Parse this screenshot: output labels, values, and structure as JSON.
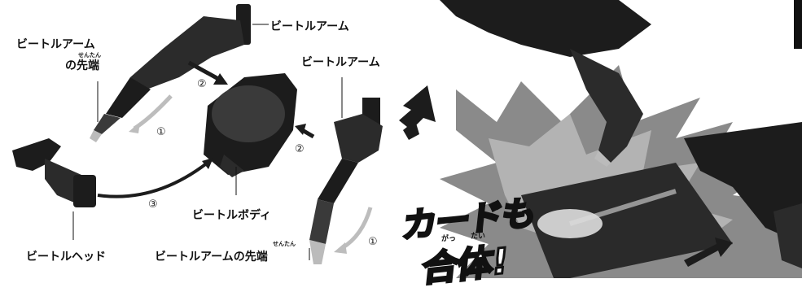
{
  "labels": {
    "arm_top": "ビートルアーム",
    "arm_tip_left_line1": "ビートルアーム",
    "arm_tip_left_line2": "の先端",
    "arm_tip_left_ruby": "せんたん",
    "arm_right": "ビートルアーム",
    "body": "ビートルボディ",
    "head": "ビートルヘッド",
    "arm_tip_bottom": "ビートルアームの先端",
    "arm_tip_bottom_ruby": "せんたん"
  },
  "steps": {
    "step1_left": "①",
    "step2_top": "②",
    "step2_right": "②",
    "step3": "③",
    "step1_bottom": "①"
  },
  "promo": {
    "line1": "カードも",
    "line2": "合体!",
    "ruby_gattai_1": "がっ",
    "ruby_gattai_2": "たい"
  },
  "colors": {
    "part_dark": "#1c1c1c",
    "part_mid": "#3a3a3a",
    "arrow_gray": "#bdbdbd",
    "burst": "#8a8a8a",
    "card": "#2a2a2a"
  }
}
